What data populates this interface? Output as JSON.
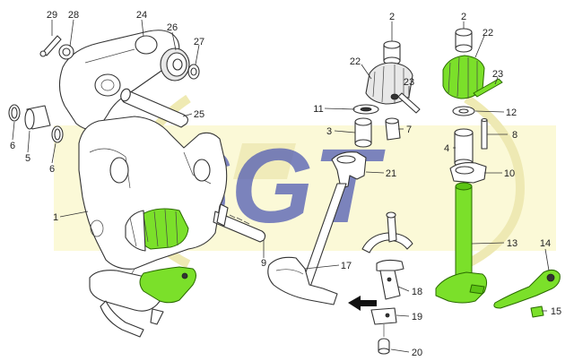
{
  "watermark": {
    "text": "SGT",
    "colors": {
      "band": "#f5f0a0",
      "letters": "#3a46a8",
      "wreath": "#e8e2a0"
    }
  },
  "colors": {
    "highlight": "#7be02a",
    "outline": "#333333"
  },
  "callouts": [
    {
      "id": "29",
      "text": "29"
    },
    {
      "id": "28",
      "text": "28"
    },
    {
      "id": "24",
      "text": "24"
    },
    {
      "id": "26",
      "text": "26"
    },
    {
      "id": "27",
      "text": "27"
    },
    {
      "id": "25",
      "text": "25"
    },
    {
      "id": "6a",
      "text": "6"
    },
    {
      "id": "5",
      "text": "5"
    },
    {
      "id": "6b",
      "text": "6"
    },
    {
      "id": "1",
      "text": "1"
    },
    {
      "id": "9",
      "text": "9"
    },
    {
      "id": "2a",
      "text": "2"
    },
    {
      "id": "22a",
      "text": "22"
    },
    {
      "id": "23a",
      "text": "23"
    },
    {
      "id": "11",
      "text": "11"
    },
    {
      "id": "3",
      "text": "3"
    },
    {
      "id": "7",
      "text": "7"
    },
    {
      "id": "21",
      "text": "21"
    },
    {
      "id": "17",
      "text": "17"
    },
    {
      "id": "18",
      "text": "18"
    },
    {
      "id": "19",
      "text": "19"
    },
    {
      "id": "20",
      "text": "20"
    },
    {
      "id": "2b",
      "text": "2"
    },
    {
      "id": "22b",
      "text": "22"
    },
    {
      "id": "23b",
      "text": "23"
    },
    {
      "id": "12",
      "text": "12"
    },
    {
      "id": "8",
      "text": "8"
    },
    {
      "id": "4",
      "text": "4"
    },
    {
      "id": "10",
      "text": "10"
    },
    {
      "id": "13",
      "text": "13"
    },
    {
      "id": "14",
      "text": "14"
    },
    {
      "id": "15",
      "text": "15"
    }
  ]
}
